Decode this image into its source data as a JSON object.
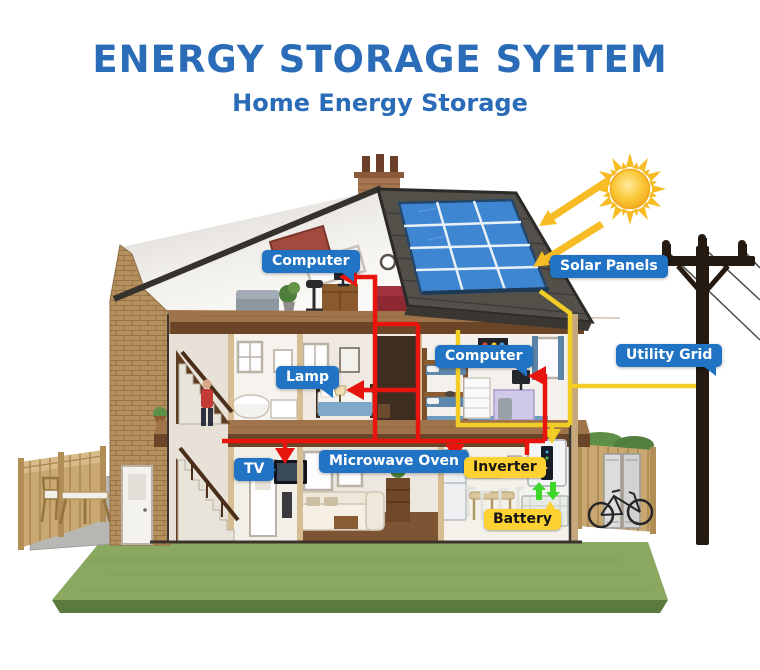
{
  "header": {
    "title": "ENERGY STORAGE SYETEM",
    "subtitle": "Home Energy Storage"
  },
  "callouts": {
    "computer_attic": "Computer",
    "solar_panels": "Solar Panels",
    "computer_bedroom": "Computer",
    "utility_grid": "Utility Grid",
    "lamp": "Lamp",
    "tv": "TV",
    "microwave_oven": "Microwave Oven",
    "inverter": "Inverter",
    "battery": "Battery"
  },
  "colors": {
    "title_blue": "#2a6cb7",
    "label_blue": "#2173c4",
    "label_yellow": "#ffd234",
    "wire_red": "#e8150f",
    "wire_yellow": "#f2cd25",
    "arrow_green": "#3fd62b",
    "sun_yellow": "#f7bb24"
  }
}
